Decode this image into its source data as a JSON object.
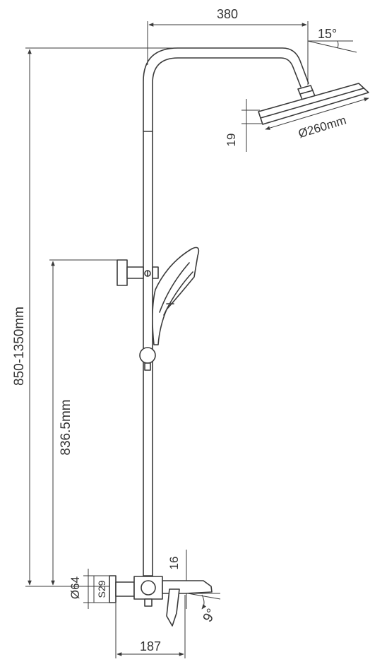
{
  "dimensions": {
    "arm_length": "380",
    "head_angle": "15°",
    "head_thickness": "19",
    "head_diameter": "Ø260mm",
    "total_height": "850-1350mm",
    "mixer_to_holder": "836.5mm",
    "mixer_diameter": "Ø64",
    "mixer_thread": "S29",
    "spout_height": "16",
    "spout_angle": "9°",
    "spout_length": "187"
  },
  "colors": {
    "line": "#3a3a3a",
    "text": "#333333",
    "background": "#ffffff"
  }
}
